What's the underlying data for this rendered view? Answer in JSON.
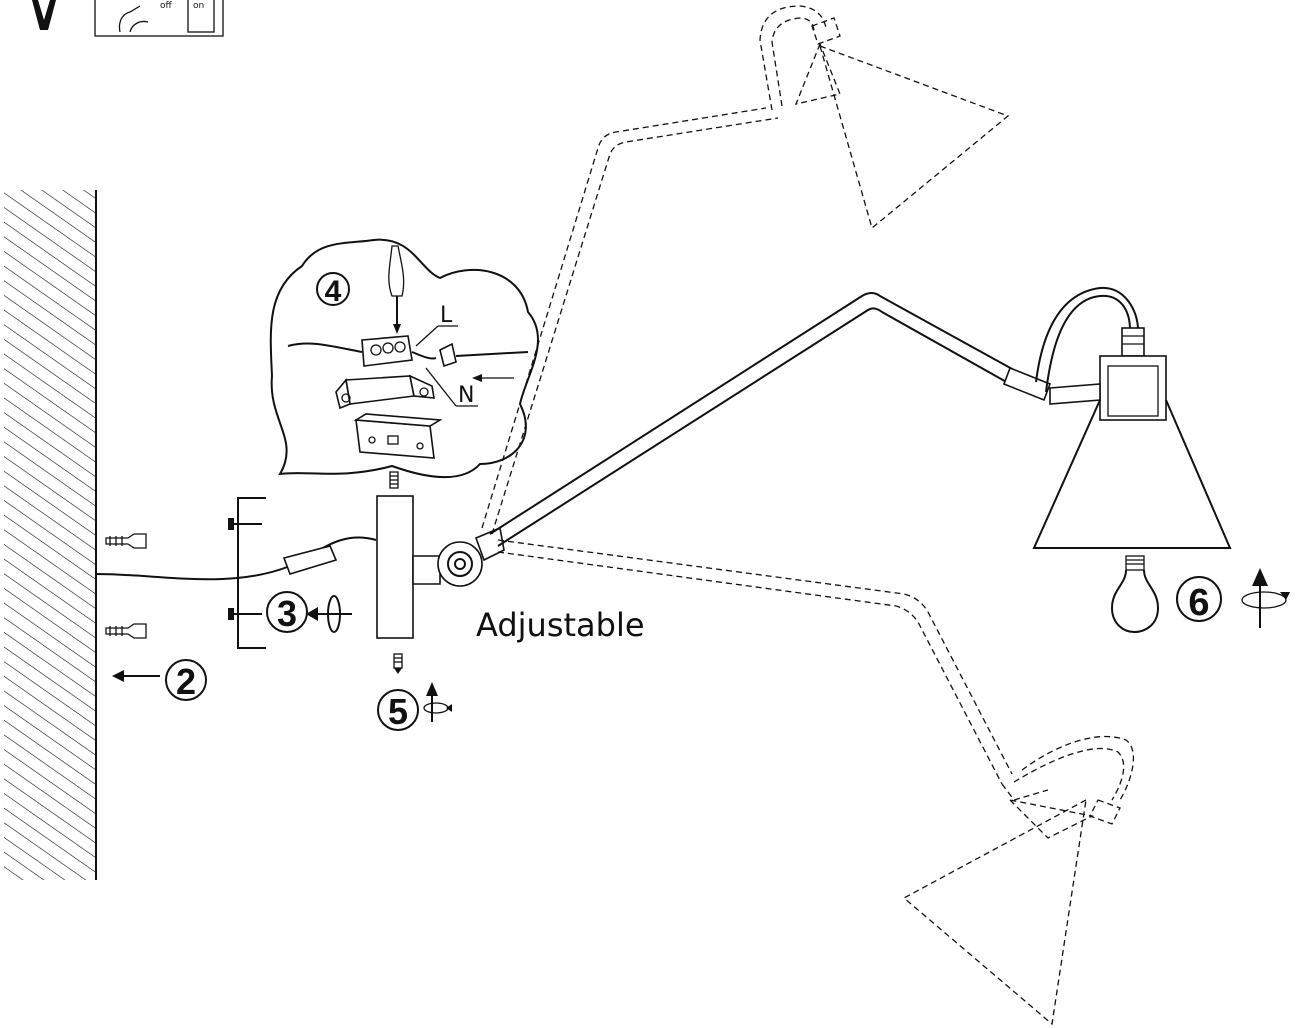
{
  "labels": {
    "adjustable": "Adjustable",
    "live_wire": "L",
    "neutral_wire": "N"
  },
  "steps": {
    "step2": "2",
    "step3": "3",
    "step4": "4",
    "step5": "5",
    "step6": "6"
  },
  "icons": {
    "top_left": [
      "person-icon",
      "hand-switch-icon"
    ],
    "rotation": "rotate-arrow-icon",
    "wall": "hatched-wall-icon",
    "bulb": "light-bulb-icon"
  }
}
